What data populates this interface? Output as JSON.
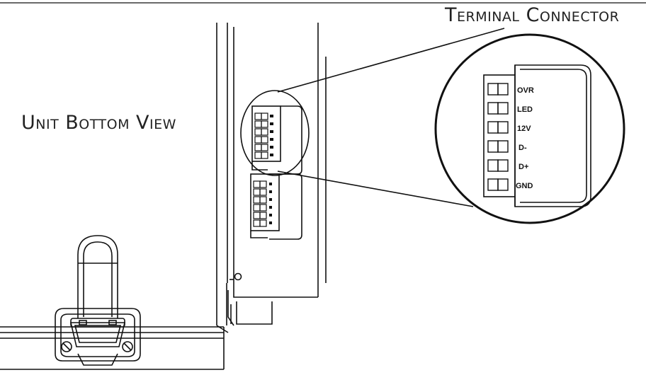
{
  "labels": {
    "unit_view": "Unit Bottom View",
    "terminal": "Terminal Connector"
  },
  "pins": [
    "OVR",
    "LED",
    "12V",
    "D-",
    "D+",
    "GND"
  ],
  "colors": {
    "line": "#111111",
    "background": "#ffffff"
  }
}
